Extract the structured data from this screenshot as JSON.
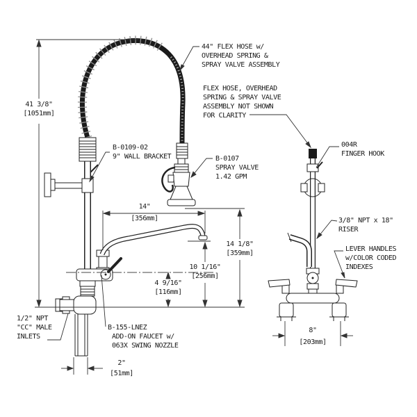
{
  "drawing": {
    "labels": {
      "flex_hose": {
        "line1": "44\" FLEX HOSE w/",
        "line2": "OVERHEAD SPRING &",
        "line3": "SPRAY VALVE ASSEMBLY"
      },
      "not_shown": {
        "line1": "FLEX HOSE, OVERHEAD",
        "line2": "SPRING & SPRAY VALVE",
        "line3": "ASSEMBLY NOT SHOWN",
        "line4": "FOR CLARITY"
      },
      "wall_bracket": {
        "line1": "B-0109-02",
        "line2": "9\" WALL BRACKET"
      },
      "spray_valve": {
        "line1": "B-0107",
        "line2": "SPRAY VALVE",
        "line3": "1.42 GPM"
      },
      "finger_hook": {
        "line1": "004R",
        "line2": "FINGER HOOK"
      },
      "riser": {
        "line1": "3/8\" NPT x 18\"",
        "line2": "RISER"
      },
      "lever_handles": {
        "line1": "LEVER HANDLES",
        "line2": "w/COLOR CODED",
        "line3": "INDEXES"
      },
      "inlets": {
        "line1": "1/2\" NPT",
        "line2": "\"CC\" MALE",
        "line3": "INLETS"
      },
      "addon_faucet": {
        "line1": "B-155-LNEZ",
        "line2": "ADD-ON FAUCET w/",
        "line3": "063X SWING NOZZLE"
      }
    },
    "dimensions": {
      "overall_height": {
        "in": "41 3/8\"",
        "mm": "[1051mm]"
      },
      "nozzle_length": {
        "in": "14\"",
        "mm": "[356mm]"
      },
      "spray_face_height": {
        "in": "14 1/8\"",
        "mm": "[359mm]"
      },
      "nozzle_height": {
        "in": "10 1/16\"",
        "mm": "[256mm]"
      },
      "faucet_centerline": {
        "in": "4 9/16\"",
        "mm": "[116mm]"
      },
      "inlet_offset": {
        "in": "2\"",
        "mm": "[51mm]"
      },
      "faucet_centers": {
        "in": "8\"",
        "mm": "[203mm]"
      }
    },
    "line_color": "#222222",
    "background": "#ffffff"
  }
}
